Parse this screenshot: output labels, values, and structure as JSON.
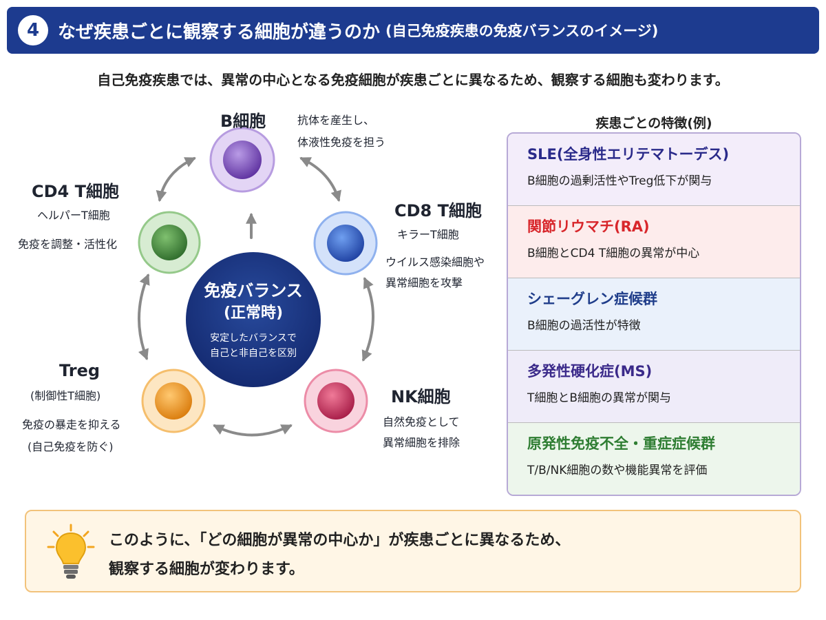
{
  "header": {
    "number": "4",
    "title": "なぜ疾患ごとに観察する細胞が違うのか",
    "subtitle": "(自己免疫疾患の免疫バランスのイメージ)"
  },
  "intro": "自己免疫疾患では、異常の中心となる免疫細胞が疾患ごとに異なるため、観察する細胞も変わります。",
  "center": {
    "title": "免疫バランス",
    "subtitle": "(正常時)",
    "desc_line1": "安定したバランスで",
    "desc_line2": "自己と非自己を区別"
  },
  "cells": {
    "b": {
      "name": "B細胞",
      "desc1": "抗体を産生し、",
      "desc2": "体液性免疫を担う",
      "color": "#9b6fc9"
    },
    "cd4": {
      "name": "CD4 T細胞",
      "role": "ヘルパーT細胞",
      "desc": "免疫を調整・活性化",
      "color": "#4f9a4a"
    },
    "cd8": {
      "name": "CD8 T細胞",
      "role": "キラーT細胞",
      "desc1": "ウイルス感染細胞や",
      "desc2": "異常細胞を攻撃",
      "color": "#3b6fd4"
    },
    "treg": {
      "name": "Treg",
      "role": "(制御性T細胞)",
      "desc1": "免疫の暴走を抑える",
      "desc2": "(自己免疫を防ぐ)",
      "color": "#f0a030"
    },
    "nk": {
      "name": "NK細胞",
      "desc1": "自然免疫として",
      "desc2": "異常細胞を排除",
      "color": "#d9476a"
    }
  },
  "panel": {
    "title": "疾患ごとの特徴(例)",
    "diseases": [
      {
        "name": "SLE(全身性エリテマトーデス)",
        "desc": "B細胞の過剰活性やTreg低下が関与",
        "name_color": "#2a2a8a",
        "bg": "#f3edfa"
      },
      {
        "name": "関節リウマチ(RA)",
        "desc": "B細胞とCD4 T細胞の異常が中心",
        "name_color": "#d8262b",
        "bg": "#fdecec"
      },
      {
        "name": "シェーグレン症候群",
        "desc": "B細胞の過活性が特徴",
        "name_color": "#1f3d8a",
        "bg": "#eaf1fb"
      },
      {
        "name": "多発性硬化症(MS)",
        "desc": "T細胞とB細胞の異常が関与",
        "name_color": "#3b2a8a",
        "bg": "#efecf9"
      },
      {
        "name": "原発性免疫不全・重症症候群",
        "desc": "T/B/NK細胞の数や機能異常を評価",
        "name_color": "#2e7d32",
        "bg": "#edf6ec"
      }
    ]
  },
  "note": {
    "line1": "このように、「どの細胞が異常の中心か」が疾患ごとに異なるため、",
    "line2": "観察する細胞が変わります。"
  }
}
